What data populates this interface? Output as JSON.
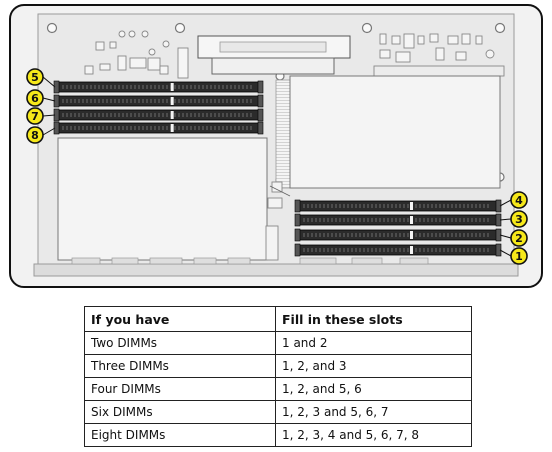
{
  "diagram": {
    "slot_labels": [
      "1",
      "2",
      "3",
      "4",
      "5",
      "6",
      "7",
      "8"
    ],
    "colors": {
      "callout_fill": "#f6e81a",
      "callout_stroke": "#111111",
      "board_fill": "#e9e9e9",
      "board_outline": "#111111",
      "dimm_body": "#2b2b2b",
      "heatsink_fill": "#f4f4f4"
    }
  },
  "table": {
    "headers": [
      "If you have",
      "Fill in these slots"
    ],
    "rows": [
      [
        "Two DIMMs",
        "1 and 2"
      ],
      [
        "Three DIMMs",
        "1, 2, and 3"
      ],
      [
        "Four DIMMs",
        "1, 2, and 5, 6"
      ],
      [
        "Six DIMMs",
        "1, 2, 3 and 5, 6, 7"
      ],
      [
        "Eight DIMMs",
        "1, 2, 3, 4 and 5, 6, 7, 8"
      ]
    ]
  }
}
